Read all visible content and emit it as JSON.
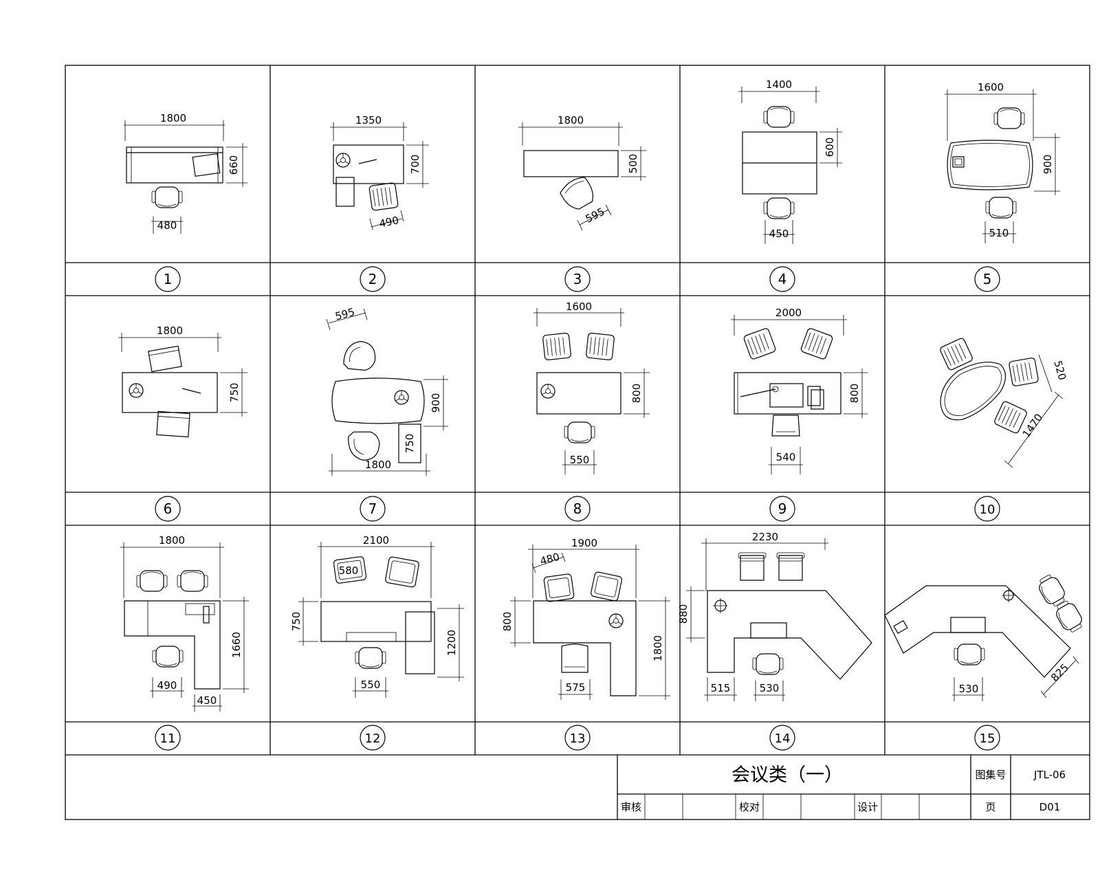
{
  "cells": [
    {
      "number": "1",
      "dims": [
        "1800",
        "660",
        "480"
      ]
    },
    {
      "number": "2",
      "dims": [
        "1350",
        "700",
        "490"
      ]
    },
    {
      "number": "3",
      "dims": [
        "1800",
        "500",
        "595"
      ]
    },
    {
      "number": "4",
      "dims": [
        "1400",
        "600",
        "450"
      ]
    },
    {
      "number": "5",
      "dims": [
        "1600",
        "900",
        "510"
      ]
    },
    {
      "number": "6",
      "dims": [
        "1800",
        "750"
      ]
    },
    {
      "number": "7",
      "dims": [
        "595",
        "900",
        "750",
        "1800"
      ]
    },
    {
      "number": "8",
      "dims": [
        "1600",
        "800",
        "550"
      ]
    },
    {
      "number": "9",
      "dims": [
        "2000",
        "800",
        "540"
      ]
    },
    {
      "number": "10",
      "dims": [
        "520",
        "1470"
      ]
    },
    {
      "number": "11",
      "dims": [
        "1800",
        "1660",
        "490",
        "450"
      ]
    },
    {
      "number": "12",
      "dims": [
        "2100",
        "580",
        "750",
        "1200",
        "550"
      ]
    },
    {
      "number": "13",
      "dims": [
        "1900",
        "480",
        "800",
        "1800",
        "575"
      ]
    },
    {
      "number": "14",
      "dims": [
        "2230",
        "880",
        "515",
        "530"
      ]
    },
    {
      "number": "15",
      "dims": [
        "530",
        "825"
      ]
    }
  ],
  "title_block": {
    "title": "会议类（一）",
    "atlas_label": "图集号",
    "atlas_value": "JTL-06",
    "review_label": "审核",
    "check_label": "校对",
    "design_label": "设计",
    "page_label": "页",
    "page_value": "D01"
  }
}
